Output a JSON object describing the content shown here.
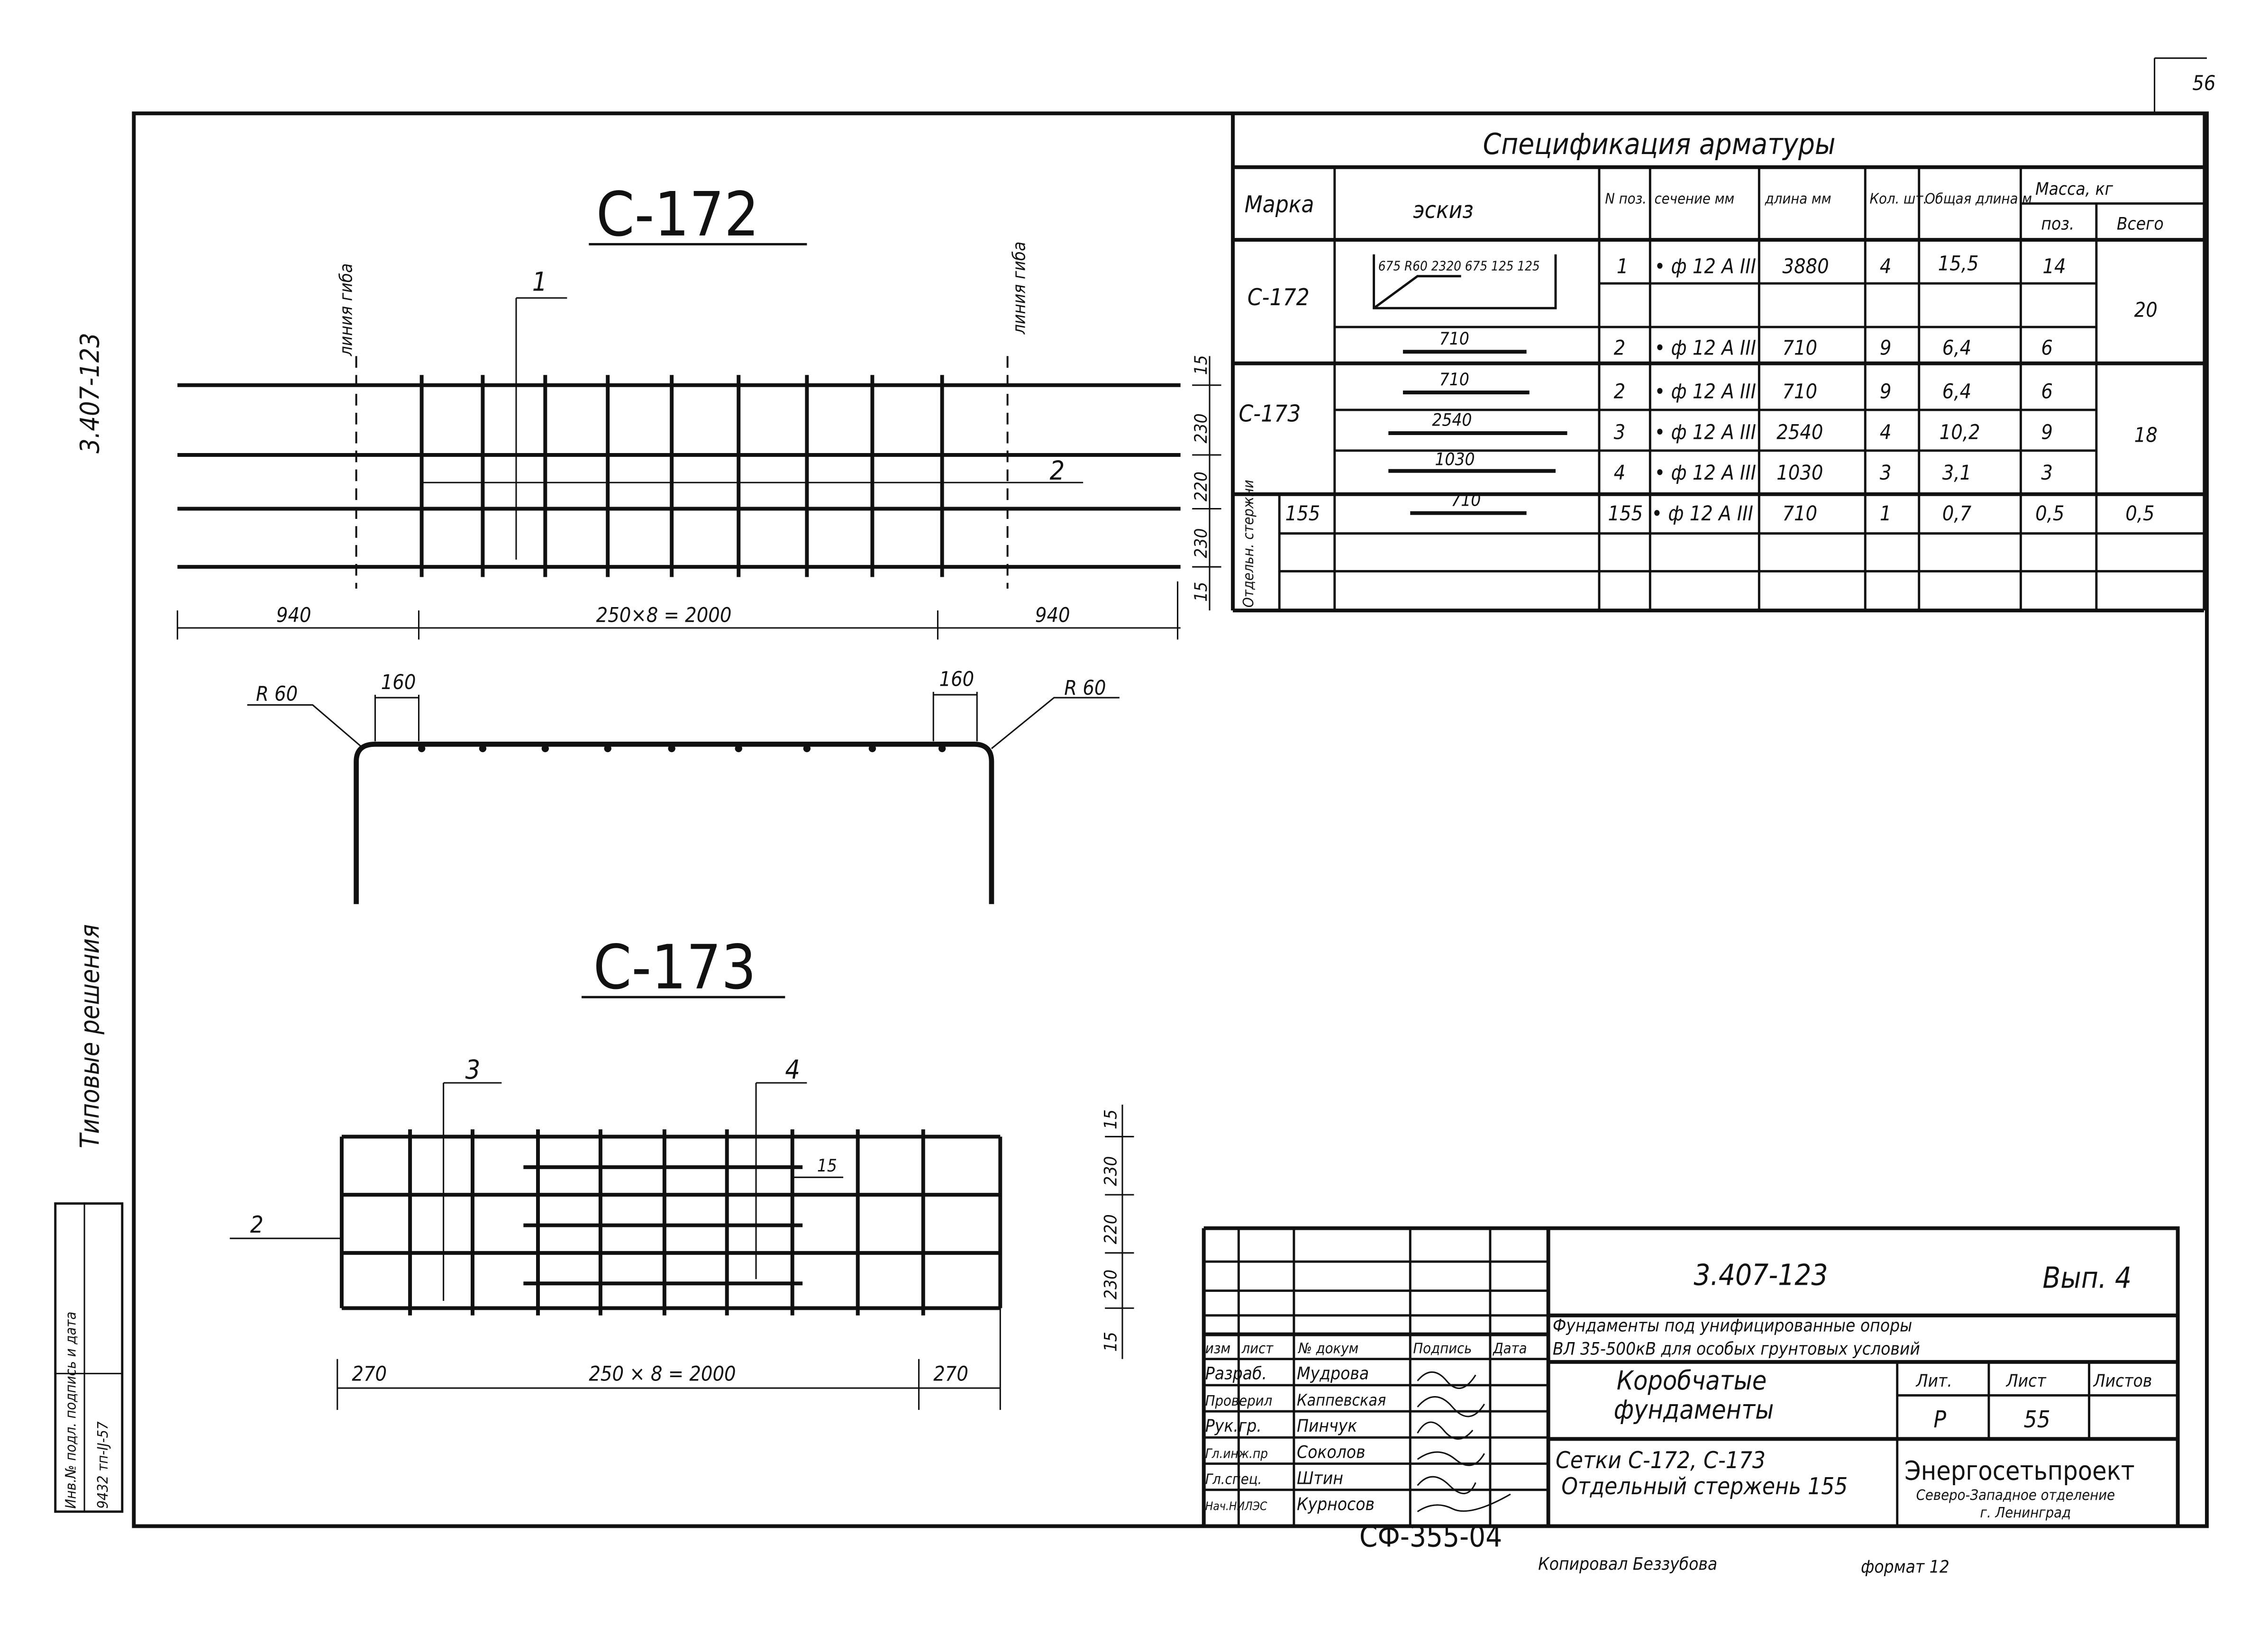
{
  "page_number": "56",
  "margin": {
    "code": "3.407-123",
    "series": "Типовые решения",
    "stamp_label": "Инв.№ подл. подпись и дата",
    "stamp_value": "9432 тп-IJ-57"
  },
  "drawing_172": {
    "title": "С-172",
    "pos1": "1",
    "pos2": "2",
    "guide_left": "линия гиба",
    "guide_right": "линия гиба",
    "dim_left": "940",
    "dim_mid": "250×8 = 2000",
    "dim_right": "940",
    "dims_v": [
      "15",
      "230",
      "220",
      "230",
      "15"
    ],
    "bend_r_left": "R 60",
    "bend_r_right": "R 60",
    "bend_160_left": "160",
    "bend_160_right": "160"
  },
  "drawing_173": {
    "title": "С-173",
    "pos2": "2",
    "pos3": "3",
    "pos4": "4",
    "gap": "15",
    "dim_left": "270",
    "dim_mid": "250 × 8 = 2000",
    "dim_right": "270",
    "dims_v": [
      "15",
      "230",
      "220",
      "230",
      "15"
    ]
  },
  "spec": {
    "title": "Спецификация арматуры",
    "headers": {
      "mark": "Марка",
      "sketch": "эскиз",
      "pos": "N поз.",
      "section": "сечение мм",
      "length": "длина мм",
      "qty": "Кол. шт.",
      "total_len": "Общая длина м",
      "mass": "Масса, кг",
      "mass_pos": "поз.",
      "mass_total": "Всего"
    },
    "rows": [
      {
        "mark": "С-172",
        "sketch": "675 R60 2320 675 125 125",
        "pos": "1",
        "section": "• ф 12 A III",
        "length": "3880",
        "qty": "4",
        "total_len": "15,5",
        "mass_pos": "14"
      },
      {
        "sketch": "710",
        "pos": "2",
        "section": "• ф 12 A III",
        "length": "710",
        "qty": "9",
        "total_len": "6,4",
        "mass_pos": "6"
      },
      {
        "mark": "С-173",
        "sketch": "710",
        "pos": "2",
        "section": "• ф 12 A III",
        "length": "710",
        "qty": "9",
        "total_len": "6,4",
        "mass_pos": "6"
      },
      {
        "sketch": "2540",
        "pos": "3",
        "section": "• ф 12 A III",
        "length": "2540",
        "qty": "4",
        "total_len": "10,2",
        "mass_pos": "9"
      },
      {
        "sketch": "1030",
        "pos": "4",
        "section": "• ф 12 A III",
        "length": "1030",
        "qty": "3",
        "total_len": "3,1",
        "mass_pos": "3"
      },
      {
        "mark": "155",
        "sketch": "710",
        "pos": "155",
        "section": "• ф 12 A III",
        "length": "710",
        "qty": "1",
        "total_len": "0,7",
        "mass_pos": "0,5"
      }
    ],
    "totals": {
      "c172": "20",
      "c173": "18",
      "r155": "0,5"
    },
    "group_label": "Отдельн. стержни"
  },
  "title_block": {
    "code": "3.407-123",
    "issue": "Вып. 4",
    "project": [
      "Фундаменты под унифицированные опоры",
      "ВЛ 35-500кВ для особых грунтовых условий"
    ],
    "cols": [
      "изм",
      "лист",
      "№ докум",
      "Подпись",
      "Дата"
    ],
    "people": [
      [
        "Разраб.",
        "Мудрова"
      ],
      [
        "Проверил",
        "Каппевская"
      ],
      [
        "Рук.гр.",
        "Пинчук"
      ],
      [
        "Гл.инж.пр",
        "Соколов"
      ],
      [
        "Гл.спец.",
        "Штин"
      ],
      [
        "Нач.НИЛЭС",
        "Курносов"
      ]
    ],
    "name": [
      "Коробчатые",
      "фундаменты"
    ],
    "lit_label": "Лит.",
    "sheet_label": "Лист",
    "sheets_label": "Листов",
    "lit": "Р",
    "sheet": "55",
    "sheet_title": [
      "Сетки С-172, С-173",
      "Отдельный стержень 155"
    ],
    "org": [
      "Энергосетьпроект",
      "Северо-Западное отделение",
      "г. Ленинград"
    ]
  },
  "footer": {
    "archive": "СФ-355-04",
    "copied": "Копировал  Беззубова",
    "format": "формат 12"
  }
}
